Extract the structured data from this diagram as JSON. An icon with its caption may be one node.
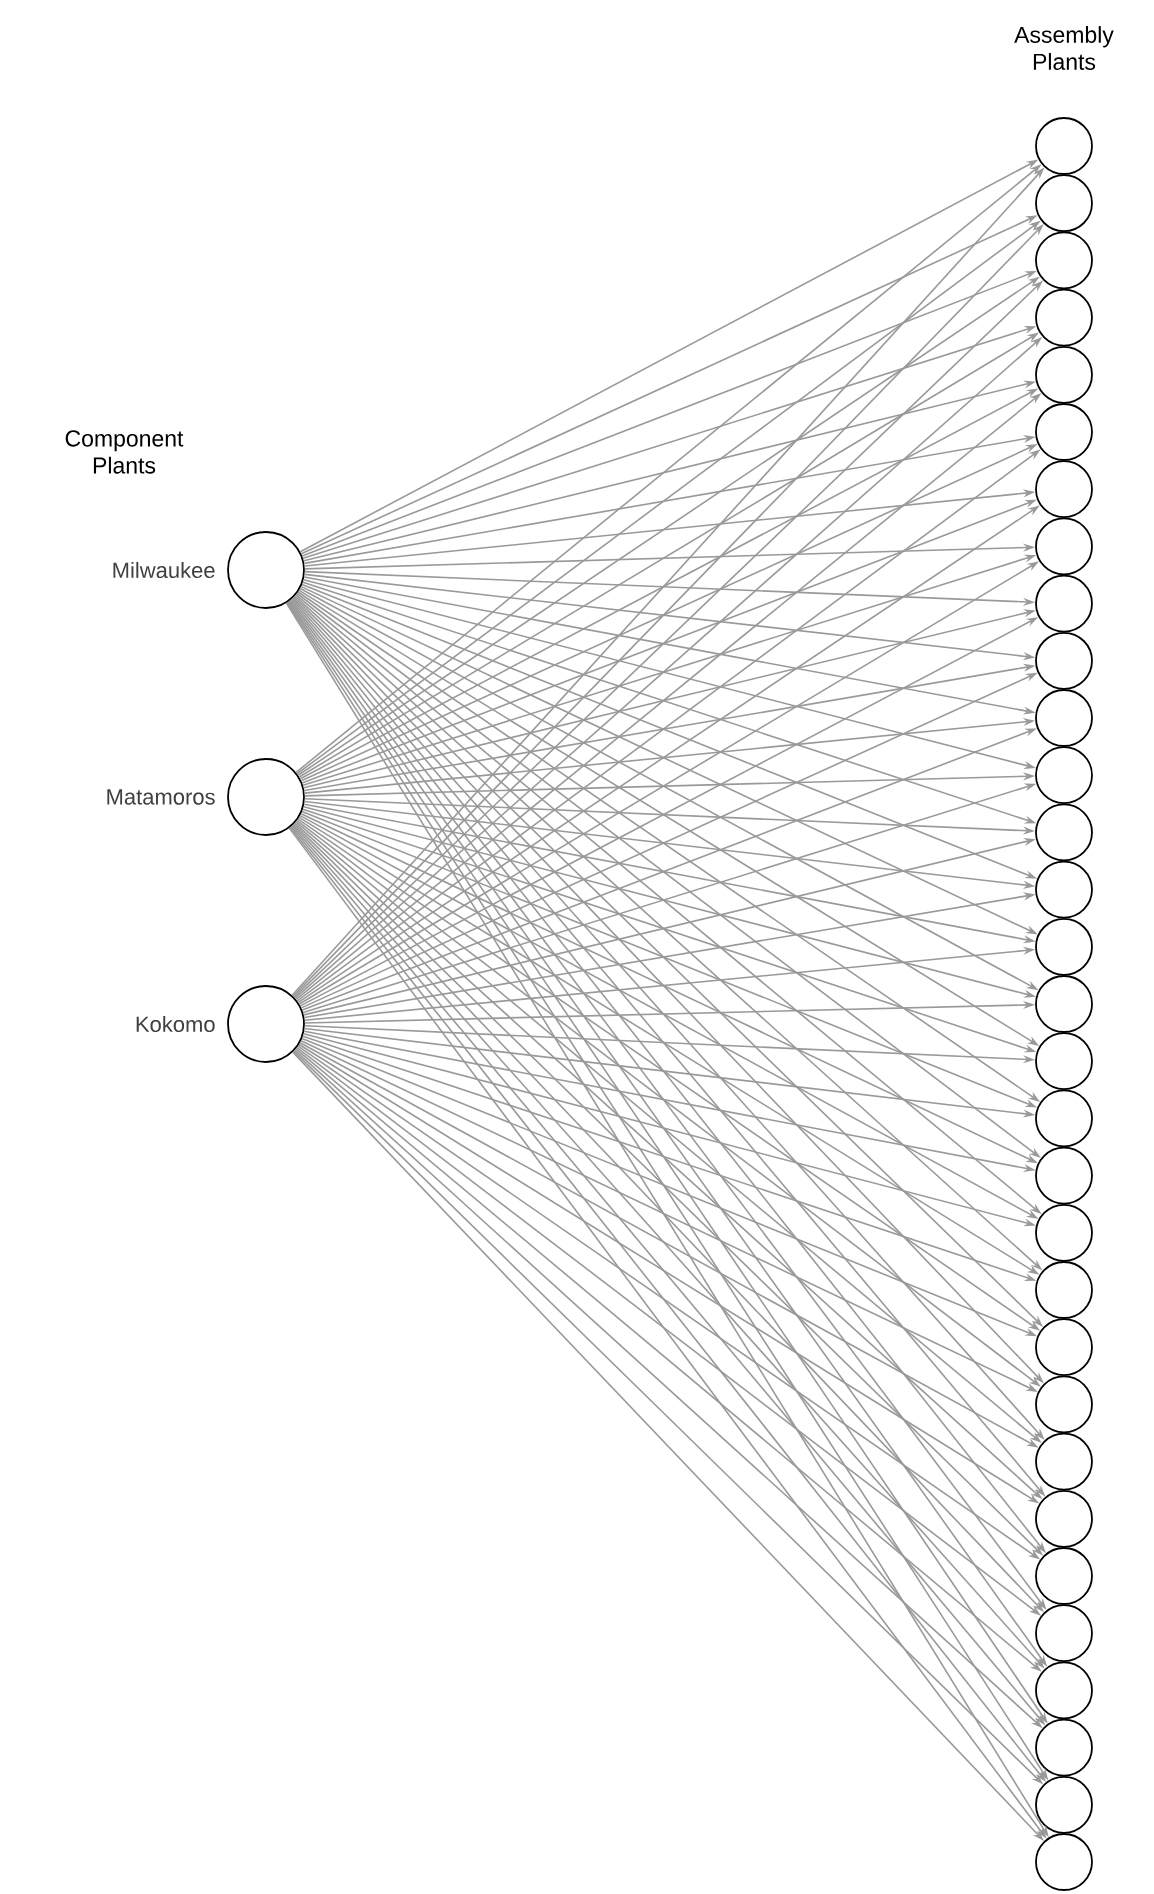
{
  "diagram": {
    "nodes": [
      {
        "text": [],
        "shape": "circle",
        "beside": [
          "Milwaukee"
        ]
      },
      {
        "text": [],
        "shape": "circle",
        "beside": [
          "Matamoros"
        ]
      },
      {
        "text": [],
        "shape": "circle",
        "beside": [
          "Kokomo"
        ]
      },
      {
        "text": [],
        "shape": "circle"
      },
      {
        "text": [],
        "shape": "circle"
      },
      {
        "text": [],
        "shape": "circle"
      },
      {
        "text": [],
        "shape": "circle"
      },
      {
        "text": [],
        "shape": "circle"
      },
      {
        "text": [],
        "shape": "circle"
      },
      {
        "text": [],
        "shape": "circle"
      },
      {
        "text": [],
        "shape": "circle"
      },
      {
        "text": [],
        "shape": "circle"
      },
      {
        "text": [],
        "shape": "circle"
      },
      {
        "text": [],
        "shape": "circle"
      },
      {
        "text": [],
        "shape": "circle"
      },
      {
        "text": [],
        "shape": "circle"
      },
      {
        "text": [],
        "shape": "circle"
      },
      {
        "text": [],
        "shape": "circle"
      },
      {
        "text": [],
        "shape": "circle"
      },
      {
        "text": [],
        "shape": "circle"
      },
      {
        "text": [],
        "shape": "circle"
      },
      {
        "text": [],
        "shape": "circle"
      },
      {
        "text": [],
        "shape": "circle"
      },
      {
        "text": [],
        "shape": "circle"
      },
      {
        "text": [],
        "shape": "circle"
      },
      {
        "text": [],
        "shape": "circle"
      },
      {
        "text": [],
        "shape": "circle"
      },
      {
        "text": [],
        "shape": "circle"
      },
      {
        "text": [],
        "shape": "circle"
      },
      {
        "text": [],
        "shape": "circle"
      },
      {
        "text": [],
        "shape": "circle"
      },
      {
        "text": [],
        "shape": "circle"
      },
      {
        "text": [],
        "shape": "circle"
      },
      {
        "text": [],
        "shape": "circle"
      }
    ],
    "edges": [
      {
        "from": 0,
        "to": 3,
        "arrow": "to"
      },
      {
        "from": 0,
        "to": 4,
        "arrow": "to"
      },
      {
        "from": 0,
        "to": 5,
        "arrow": "to"
      },
      {
        "from": 0,
        "to": 6,
        "arrow": "to"
      },
      {
        "from": 0,
        "to": 7,
        "arrow": "to"
      },
      {
        "from": 0,
        "to": 8,
        "arrow": "to"
      },
      {
        "from": 0,
        "to": 9,
        "arrow": "to"
      },
      {
        "from": 0,
        "to": 10,
        "arrow": "to"
      },
      {
        "from": 0,
        "to": 11,
        "arrow": "to"
      },
      {
        "from": 0,
        "to": 12,
        "arrow": "to"
      },
      {
        "from": 0,
        "to": 13,
        "arrow": "to"
      },
      {
        "from": 0,
        "to": 14,
        "arrow": "to"
      },
      {
        "from": 0,
        "to": 15,
        "arrow": "to"
      },
      {
        "from": 0,
        "to": 16,
        "arrow": "to"
      },
      {
        "from": 0,
        "to": 17,
        "arrow": "to"
      },
      {
        "from": 0,
        "to": 18,
        "arrow": "to"
      },
      {
        "from": 0,
        "to": 19,
        "arrow": "to"
      },
      {
        "from": 0,
        "to": 20,
        "arrow": "to"
      },
      {
        "from": 0,
        "to": 21,
        "arrow": "to"
      },
      {
        "from": 0,
        "to": 22,
        "arrow": "to"
      },
      {
        "from": 0,
        "to": 23,
        "arrow": "to"
      },
      {
        "from": 0,
        "to": 24,
        "arrow": "to"
      },
      {
        "from": 0,
        "to": 25,
        "arrow": "to"
      },
      {
        "from": 0,
        "to": 26,
        "arrow": "to"
      },
      {
        "from": 0,
        "to": 27,
        "arrow": "to"
      },
      {
        "from": 0,
        "to": 28,
        "arrow": "to"
      },
      {
        "from": 0,
        "to": 29,
        "arrow": "to"
      },
      {
        "from": 0,
        "to": 30,
        "arrow": "to"
      },
      {
        "from": 0,
        "to": 31,
        "arrow": "to"
      },
      {
        "from": 0,
        "to": 32,
        "arrow": "to"
      },
      {
        "from": 0,
        "to": 33,
        "arrow": "to"
      },
      {
        "from": 1,
        "to": 3,
        "arrow": "to"
      },
      {
        "from": 1,
        "to": 4,
        "arrow": "to"
      },
      {
        "from": 1,
        "to": 5,
        "arrow": "to"
      },
      {
        "from": 1,
        "to": 6,
        "arrow": "to"
      },
      {
        "from": 1,
        "to": 7,
        "arrow": "to"
      },
      {
        "from": 1,
        "to": 8,
        "arrow": "to"
      },
      {
        "from": 1,
        "to": 9,
        "arrow": "to"
      },
      {
        "from": 1,
        "to": 10,
        "arrow": "to"
      },
      {
        "from": 1,
        "to": 11,
        "arrow": "to"
      },
      {
        "from": 1,
        "to": 12,
        "arrow": "to"
      },
      {
        "from": 1,
        "to": 13,
        "arrow": "to"
      },
      {
        "from": 1,
        "to": 14,
        "arrow": "to"
      },
      {
        "from": 1,
        "to": 15,
        "arrow": "to"
      },
      {
        "from": 1,
        "to": 16,
        "arrow": "to"
      },
      {
        "from": 1,
        "to": 17,
        "arrow": "to"
      },
      {
        "from": 1,
        "to": 18,
        "arrow": "to"
      },
      {
        "from": 1,
        "to": 19,
        "arrow": "to"
      },
      {
        "from": 1,
        "to": 20,
        "arrow": "to"
      },
      {
        "from": 1,
        "to": 21,
        "arrow": "to"
      },
      {
        "from": 1,
        "to": 22,
        "arrow": "to"
      },
      {
        "from": 1,
        "to": 23,
        "arrow": "to"
      },
      {
        "from": 1,
        "to": 24,
        "arrow": "to"
      },
      {
        "from": 1,
        "to": 25,
        "arrow": "to"
      },
      {
        "from": 1,
        "to": 26,
        "arrow": "to"
      },
      {
        "from": 1,
        "to": 27,
        "arrow": "to"
      },
      {
        "from": 1,
        "to": 28,
        "arrow": "to"
      },
      {
        "from": 1,
        "to": 29,
        "arrow": "to"
      },
      {
        "from": 1,
        "to": 30,
        "arrow": "to"
      },
      {
        "from": 1,
        "to": 31,
        "arrow": "to"
      },
      {
        "from": 1,
        "to": 32,
        "arrow": "to"
      },
      {
        "from": 1,
        "to": 33,
        "arrow": "to"
      },
      {
        "from": 2,
        "to": 3,
        "arrow": "to"
      },
      {
        "from": 2,
        "to": 4,
        "arrow": "to"
      },
      {
        "from": 2,
        "to": 5,
        "arrow": "to"
      },
      {
        "from": 2,
        "to": 6,
        "arrow": "to"
      },
      {
        "from": 2,
        "to": 7,
        "arrow": "to"
      },
      {
        "from": 2,
        "to": 8,
        "arrow": "to"
      },
      {
        "from": 2,
        "to": 9,
        "arrow": "to"
      },
      {
        "from": 2,
        "to": 10,
        "arrow": "to"
      },
      {
        "from": 2,
        "to": 11,
        "arrow": "to"
      },
      {
        "from": 2,
        "to": 12,
        "arrow": "to"
      },
      {
        "from": 2,
        "to": 13,
        "arrow": "to"
      },
      {
        "from": 2,
        "to": 14,
        "arrow": "to"
      },
      {
        "from": 2,
        "to": 15,
        "arrow": "to"
      },
      {
        "from": 2,
        "to": 16,
        "arrow": "to"
      },
      {
        "from": 2,
        "to": 17,
        "arrow": "to"
      },
      {
        "from": 2,
        "to": 18,
        "arrow": "to"
      },
      {
        "from": 2,
        "to": 19,
        "arrow": "to"
      },
      {
        "from": 2,
        "to": 20,
        "arrow": "to"
      },
      {
        "from": 2,
        "to": 21,
        "arrow": "to"
      },
      {
        "from": 2,
        "to": 22,
        "arrow": "to"
      },
      {
        "from": 2,
        "to": 23,
        "arrow": "to"
      },
      {
        "from": 2,
        "to": 24,
        "arrow": "to"
      },
      {
        "from": 2,
        "to": 25,
        "arrow": "to"
      },
      {
        "from": 2,
        "to": 26,
        "arrow": "to"
      },
      {
        "from": 2,
        "to": 27,
        "arrow": "to"
      },
      {
        "from": 2,
        "to": 28,
        "arrow": "to"
      },
      {
        "from": 2,
        "to": 29,
        "arrow": "to"
      },
      {
        "from": 2,
        "to": 30,
        "arrow": "to"
      },
      {
        "from": 2,
        "to": 31,
        "arrow": "to"
      },
      {
        "from": 2,
        "to": 32,
        "arrow": "to"
      },
      {
        "from": 2,
        "to": 33,
        "arrow": "to"
      }
    ],
    "labels": [
      "Component Plants",
      "Assembly Plants"
    ]
  }
}
